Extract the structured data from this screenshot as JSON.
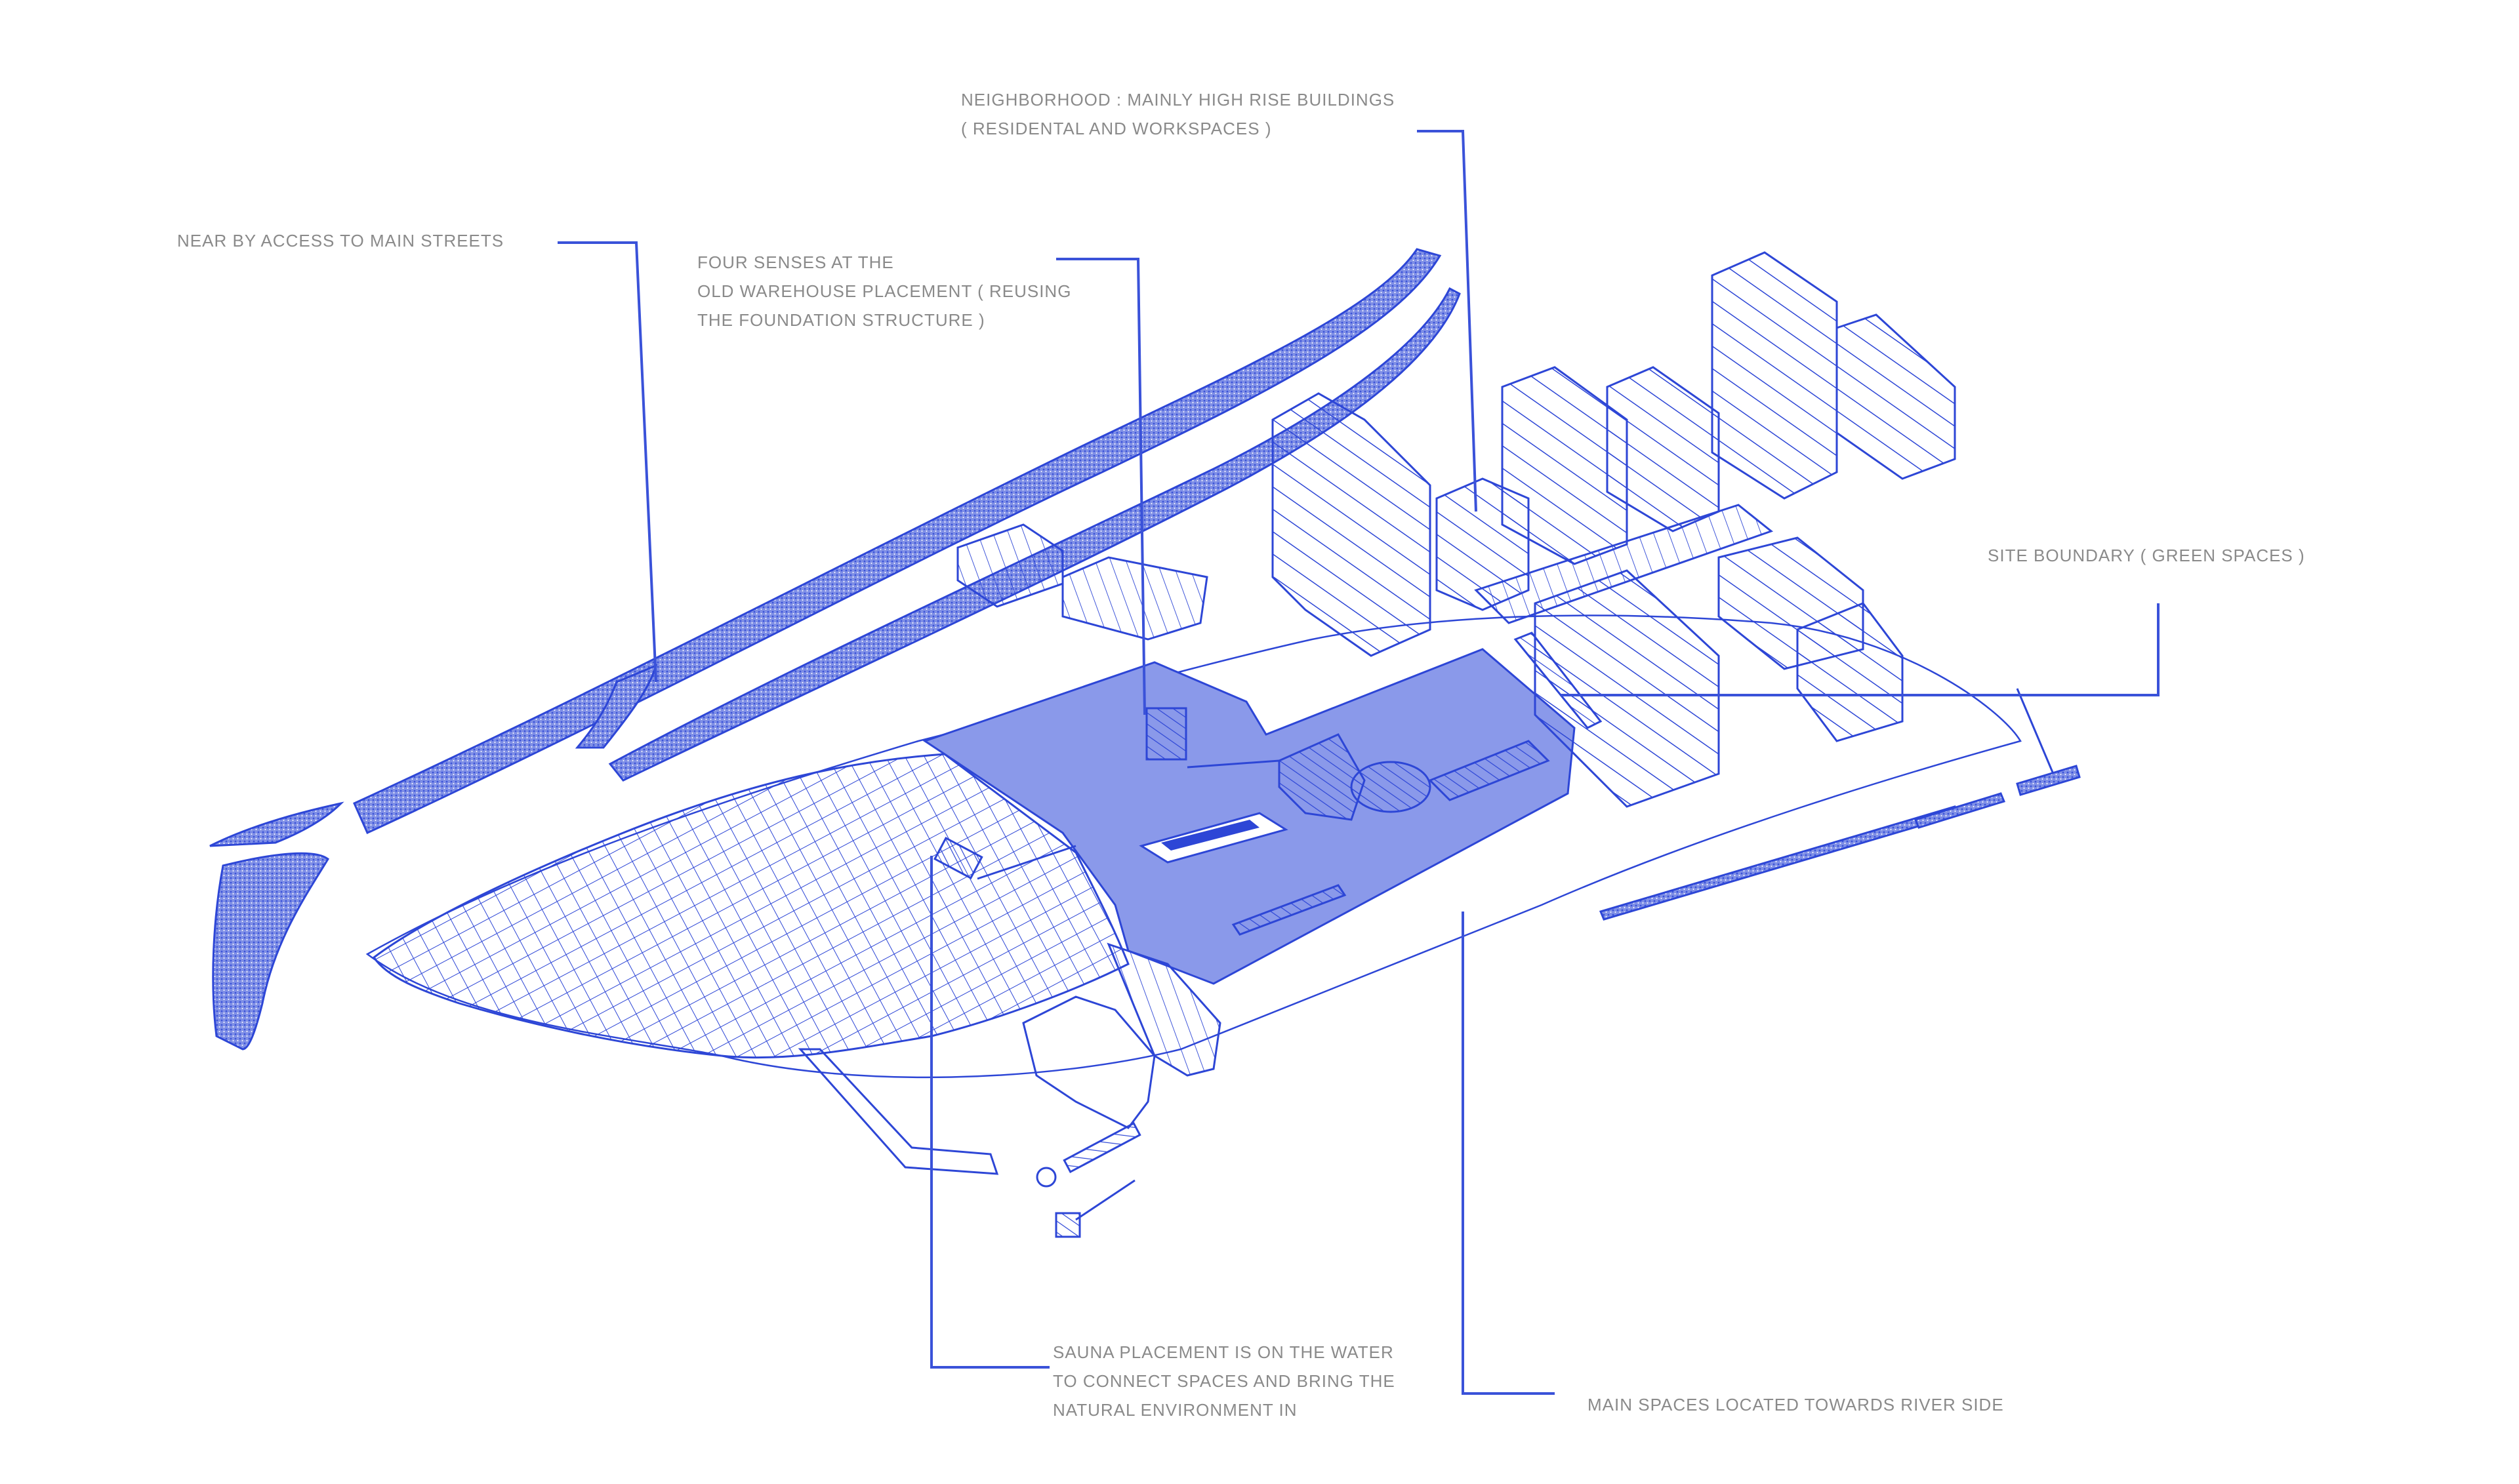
{
  "palette": {
    "ink": "#2d46d6",
    "fill": "#8a99ea",
    "fill_light": "#b7c1f2",
    "label_gray": "#8a8a8a",
    "background": "#ffffff"
  },
  "annotations": {
    "streets": {
      "lines": [
        "NEAR BY ACCESS TO MAIN STREETS"
      ]
    },
    "senses": {
      "lines": [
        "FOUR SENSES AT THE",
        "OLD WAREHOUSE PLACEMENT ( REUSING",
        "THE FOUNDATION STRUCTURE )"
      ]
    },
    "neighborhood": {
      "lines": [
        "NEIGHBORHOOD : MAINLY HIGH RISE BUILDINGS",
        "( RESIDENTAL AND WORKSPACES )"
      ]
    },
    "boundary": {
      "lines": [
        "SITE BOUNDARY ( GREEN SPACES )"
      ]
    },
    "sauna": {
      "lines": [
        "SAUNA PLACEMENT IS ON THE WATER",
        "TO CONNECT SPACES AND BRING THE",
        "NATURAL ENVIRONMENT IN"
      ]
    },
    "river": {
      "lines": [
        "MAIN SPACES LOCATED TOWARDS RIVER SIDE"
      ]
    }
  }
}
